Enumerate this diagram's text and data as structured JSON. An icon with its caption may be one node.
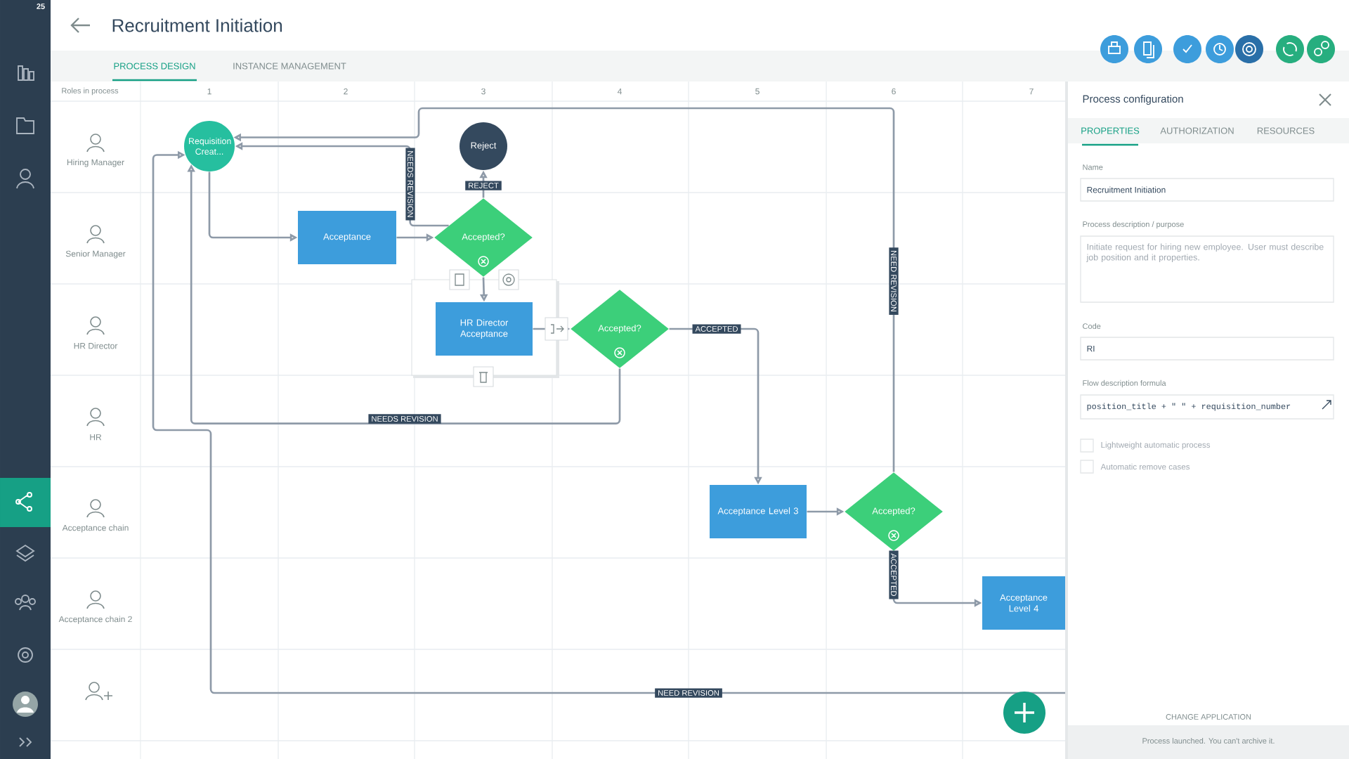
{
  "diagram": {
    "title": "Recruitment Initiation",
    "nodes": [
      {
        "text": [
          "Requisition Creat..."
        ]
      },
      {
        "text": [
          "Reject"
        ]
      },
      {
        "text": [
          "Acceptance"
        ]
      },
      {
        "text": [
          "Accepted?"
        ]
      },
      {
        "text": [
          "HR Director Acceptance"
        ]
      },
      {
        "text": [
          "Accepted?"
        ]
      },
      {
        "text": [
          "Acceptance Level 3"
        ]
      },
      {
        "text": [
          "Accepted?"
        ]
      },
      {
        "text": [
          "Acceptance Level 4"
        ]
      }
    ],
    "edges": [
      {
        "from": 0,
        "to": 2,
        "arrow": "to"
      },
      {
        "from": 2,
        "to": 3,
        "arrow": "to"
      },
      {
        "from": 3,
        "to": 1,
        "arrow": "to",
        "label": "REJECT"
      },
      {
        "from": 3,
        "to": 0,
        "arrow": "to",
        "label": "NEEDS REVISION"
      },
      {
        "from": 3,
        "to": 4,
        "arrow": "to"
      },
      {
        "from": 4,
        "to": 5,
        "arrow": "to"
      },
      {
        "from": 5,
        "to": 6,
        "arrow": "to",
        "label": "ACCEPTED"
      },
      {
        "from": 5,
        "to": 0,
        "arrow": "to",
        "label": "NEEDS REVISION"
      },
      {
        "from": 6,
        "to": 7,
        "arrow": "to"
      },
      {
        "from": 7,
        "to": 8,
        "arrow": "to",
        "label": "ACCEPTED"
      },
      {
        "from": 7,
        "to": 0,
        "arrow": "to",
        "label": "NEED REVISION"
      },
      {
        "from": null,
        "to": 0,
        "arrow": "to",
        "label": "NEED REVISION"
      }
    ],
    "labels": [
      "25",
      "PROCESS DESIGN",
      "INSTANCE MANAGEMENT",
      "Roles in process",
      "1",
      "2",
      "3",
      "4",
      "5",
      "6",
      "7",
      "Hiring Manager",
      "Senior Manager",
      "HR Director",
      "HR",
      "Acceptance chain",
      "Acceptance chain 2",
      "Process configuration",
      "PROPERTIES",
      "AUTHORIZATION",
      "RESOURCES",
      "Name",
      "Recruitment Initiation",
      "Process description / purpose",
      "Initiate request for hiring new employee. User must describe job position and it properties.",
      "Code",
      "RI",
      "Flow description formula",
      "position_title + \" \" + requisition_number",
      "Lightweight automatic process",
      "Automatic remove cases",
      "CHANGE APPLICATION",
      "Process launched. You can't archive it."
    ]
  }
}
